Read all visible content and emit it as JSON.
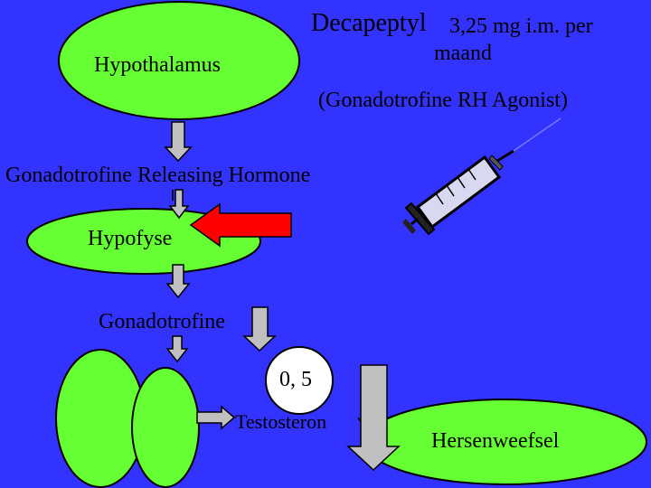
{
  "title": {
    "drug_name": "Decapeptyl",
    "dose_line": "3,25 mg  i.m. per",
    "dose_line2": "maand",
    "subtitle": "(Gonadotrofine RH Agonist)"
  },
  "nodes": {
    "hypothalamus": "Hypothalamus",
    "releasing_hormone": "Gonadotrofine Releasing Hormone",
    "hypofyse": "Hypofyse",
    "gonadotrofine": "Gonadotrofine",
    "level_value": "0, 5",
    "testosteron": "Testosteron",
    "hersenweefsel": "Hersenweefsel"
  },
  "colors": {
    "background": "#3333ff",
    "organ_fill": "#66ff33",
    "arrow_fill": "#c0c0c0",
    "agonist_arrow": "#ff0000",
    "level_circle": "#ffffff",
    "outline": "#000000"
  },
  "icons": {
    "syringe": "syringe-icon"
  }
}
